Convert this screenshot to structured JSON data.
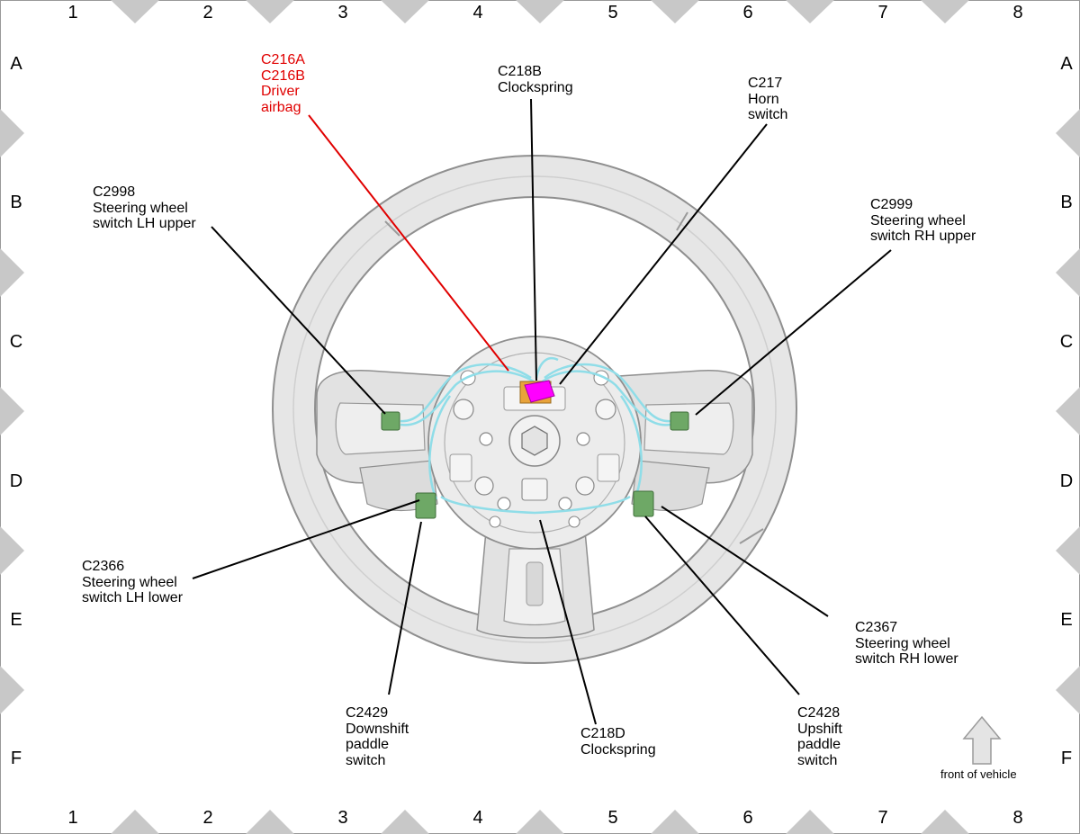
{
  "grid": {
    "columns": [
      "1",
      "2",
      "3",
      "4",
      "5",
      "6",
      "7",
      "8"
    ],
    "rows": [
      "A",
      "B",
      "C",
      "D",
      "E",
      "F"
    ]
  },
  "callouts": {
    "c216": {
      "lines": [
        "C216A",
        "C216B",
        "Driver",
        "airbag"
      ],
      "color": "#e00000"
    },
    "c218b": {
      "lines": [
        "C218B",
        "Clockspring"
      ]
    },
    "c217": {
      "lines": [
        "C217",
        "Horn",
        "switch"
      ]
    },
    "c2998": {
      "lines": [
        "C2998",
        "Steering wheel",
        "switch LH upper"
      ]
    },
    "c2999": {
      "lines": [
        "C2999",
        "Steering wheel",
        "switch RH upper"
      ]
    },
    "c2366": {
      "lines": [
        "C2366",
        "Steering wheel",
        "switch LH lower"
      ]
    },
    "c2367": {
      "lines": [
        "C2367",
        "Steering wheel",
        "switch RH lower"
      ]
    },
    "c2429": {
      "lines": [
        "C2429",
        "Downshift",
        "paddle",
        "switch"
      ]
    },
    "c218d": {
      "lines": [
        "C218D",
        "Clockspring"
      ]
    },
    "c2428": {
      "lines": [
        "C2428",
        "Upshift",
        "paddle",
        "switch"
      ]
    }
  },
  "front_indicator": {
    "label": "front of vehicle",
    "icon": "up-arrow-icon"
  },
  "colors": {
    "border_triangles": "#c8c8c8",
    "wheel_fill": "#e6e6e6",
    "wheel_stroke": "#8f8f8f",
    "harness": "#8fdde8",
    "connector_green": "#6ea866",
    "airbag_connector": "#ff00ff",
    "airbag_base": "#e8a33a",
    "leader_red": "#e00000"
  }
}
